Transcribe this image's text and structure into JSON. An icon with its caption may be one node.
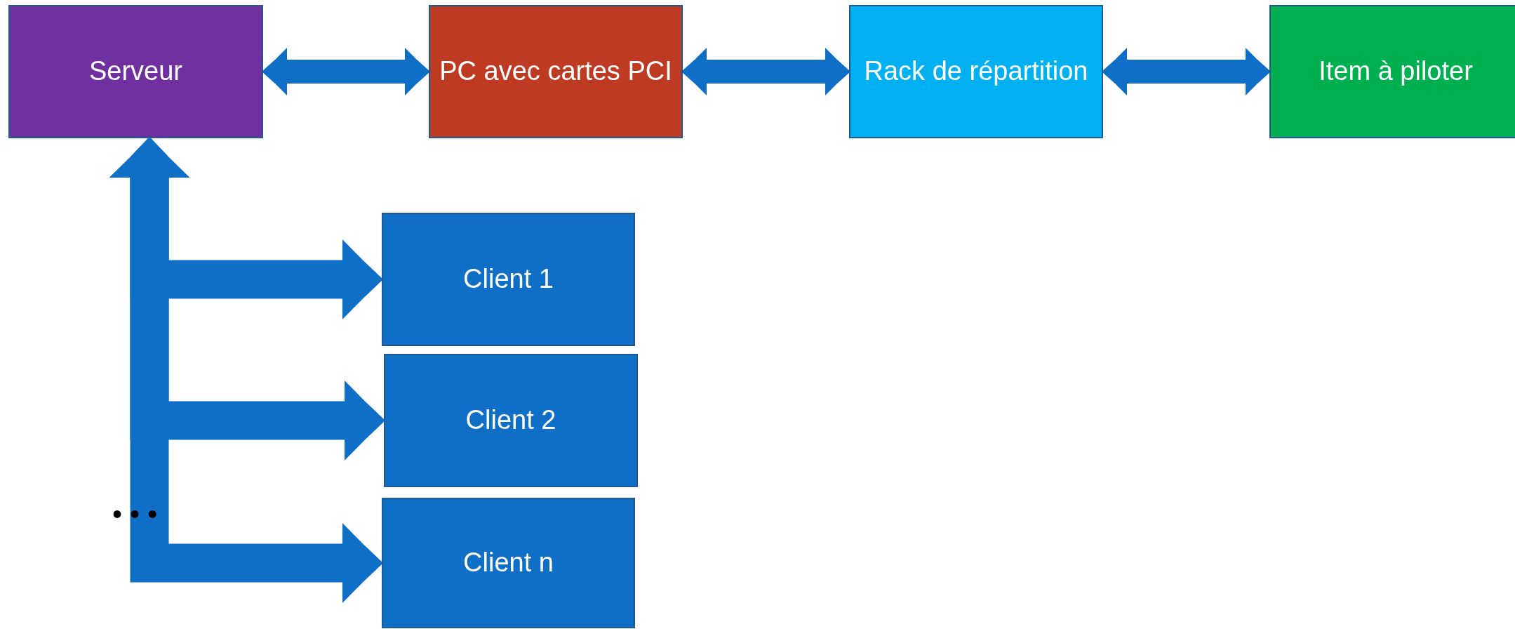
{
  "diagram": {
    "nodes": [
      {
        "text": [
          "Serveur"
        ]
      },
      {
        "text": [
          "PC avec cartes PCI"
        ]
      },
      {
        "text": [
          "Rack de répartition"
        ]
      },
      {
        "text": [
          "Item à piloter"
        ]
      },
      {
        "text": [
          "Client 1"
        ]
      },
      {
        "text": [
          "Client 2"
        ]
      },
      {
        "text": [
          "Client n"
        ]
      }
    ],
    "edges": [
      {
        "from": 0,
        "to": 1,
        "arrow": "both"
      },
      {
        "from": 1,
        "to": 2,
        "arrow": "both"
      },
      {
        "from": 2,
        "to": 3,
        "arrow": "both"
      },
      {
        "from": 0,
        "to": 4,
        "arrow": "both"
      },
      {
        "from": 0,
        "to": 5,
        "arrow": "both"
      },
      {
        "from": 0,
        "to": 6,
        "arrow": "both"
      }
    ],
    "labels": [
      "• • •"
    ]
  }
}
